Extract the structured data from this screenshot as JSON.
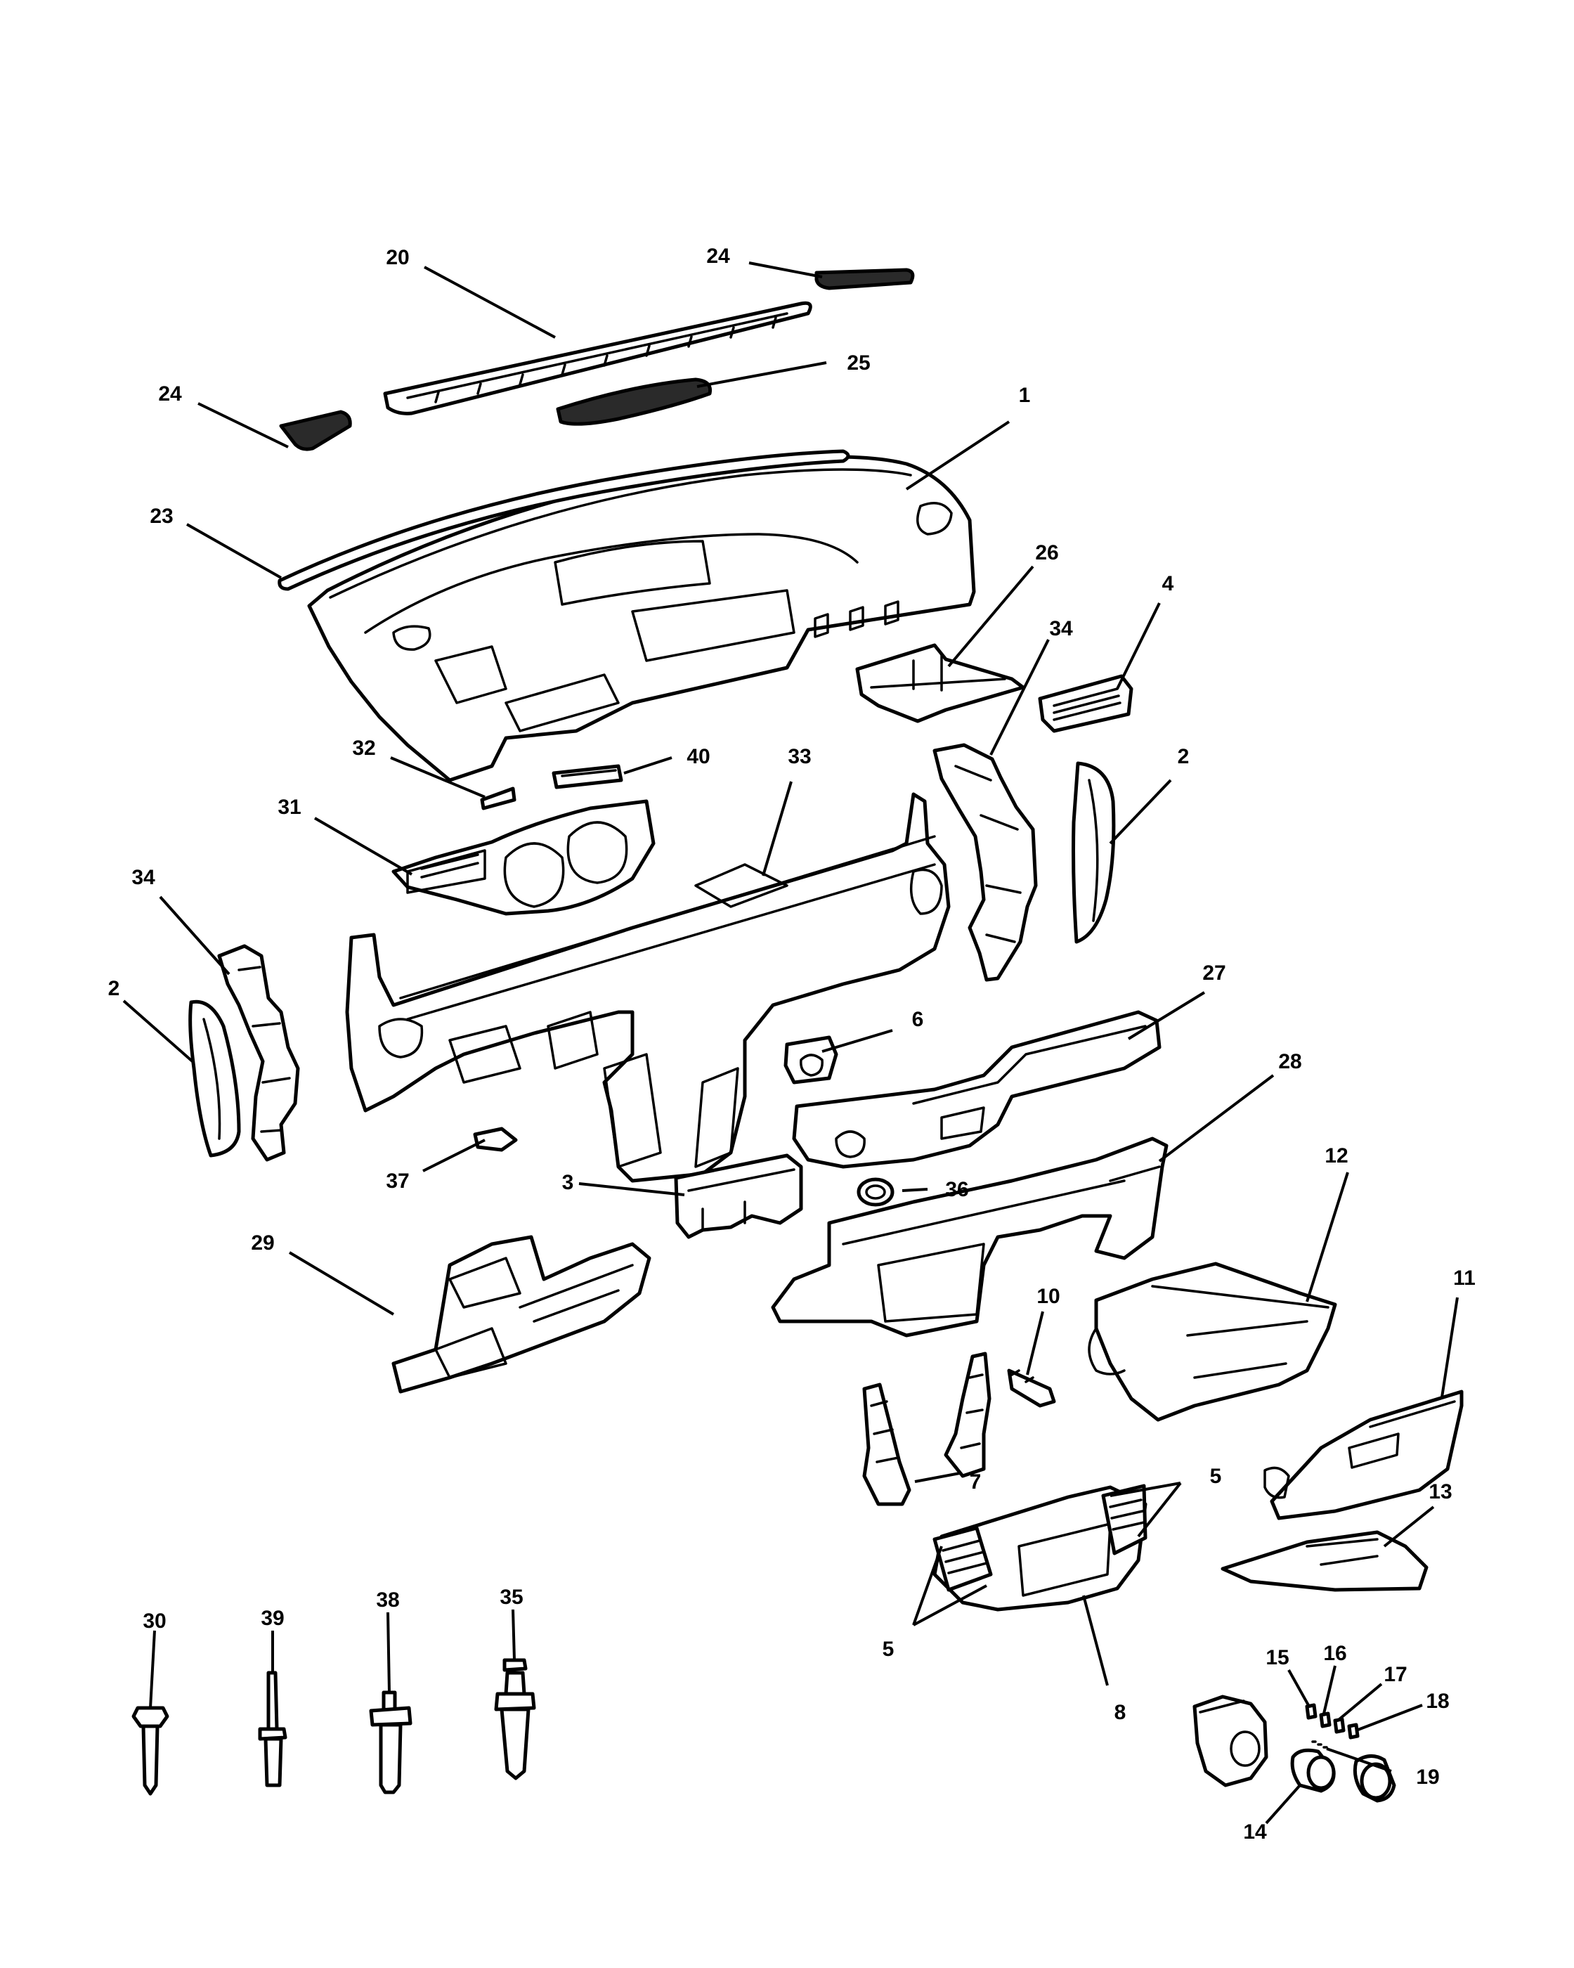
{
  "callouts": [
    {
      "id": "c20a",
      "label": "20"
    },
    {
      "id": "c24a",
      "label": "24"
    },
    {
      "id": "c24b",
      "label": "24"
    },
    {
      "id": "c25",
      "label": "25"
    },
    {
      "id": "c1",
      "label": "1"
    },
    {
      "id": "c23",
      "label": "23"
    },
    {
      "id": "c26",
      "label": "26"
    },
    {
      "id": "c4",
      "label": "4"
    },
    {
      "id": "c34a",
      "label": "34"
    },
    {
      "id": "c32",
      "label": "32"
    },
    {
      "id": "c40",
      "label": "40"
    },
    {
      "id": "c33",
      "label": "33"
    },
    {
      "id": "c2a",
      "label": "2"
    },
    {
      "id": "c31",
      "label": "31"
    },
    {
      "id": "c34b",
      "label": "34"
    },
    {
      "id": "c27",
      "label": "27"
    },
    {
      "id": "c2b",
      "label": "2"
    },
    {
      "id": "c6",
      "label": "6"
    },
    {
      "id": "c28",
      "label": "28"
    },
    {
      "id": "c37",
      "label": "37"
    },
    {
      "id": "c3",
      "label": "3"
    },
    {
      "id": "c36",
      "label": "36"
    },
    {
      "id": "c12",
      "label": "12"
    },
    {
      "id": "c29",
      "label": "29"
    },
    {
      "id": "c10",
      "label": "10"
    },
    {
      "id": "c11",
      "label": "11"
    },
    {
      "id": "c7",
      "label": "7"
    },
    {
      "id": "c5a",
      "label": "5"
    },
    {
      "id": "c13",
      "label": "13"
    },
    {
      "id": "c5b",
      "label": "5"
    },
    {
      "id": "c8",
      "label": "8"
    },
    {
      "id": "c30",
      "label": "30"
    },
    {
      "id": "c39",
      "label": "39"
    },
    {
      "id": "c38",
      "label": "38"
    },
    {
      "id": "c35",
      "label": "35"
    },
    {
      "id": "c15",
      "label": "15"
    },
    {
      "id": "c16",
      "label": "16"
    },
    {
      "id": "c17",
      "label": "17"
    },
    {
      "id": "c18",
      "label": "18"
    },
    {
      "id": "c19",
      "label": "19"
    },
    {
      "id": "c14",
      "label": "14"
    }
  ]
}
